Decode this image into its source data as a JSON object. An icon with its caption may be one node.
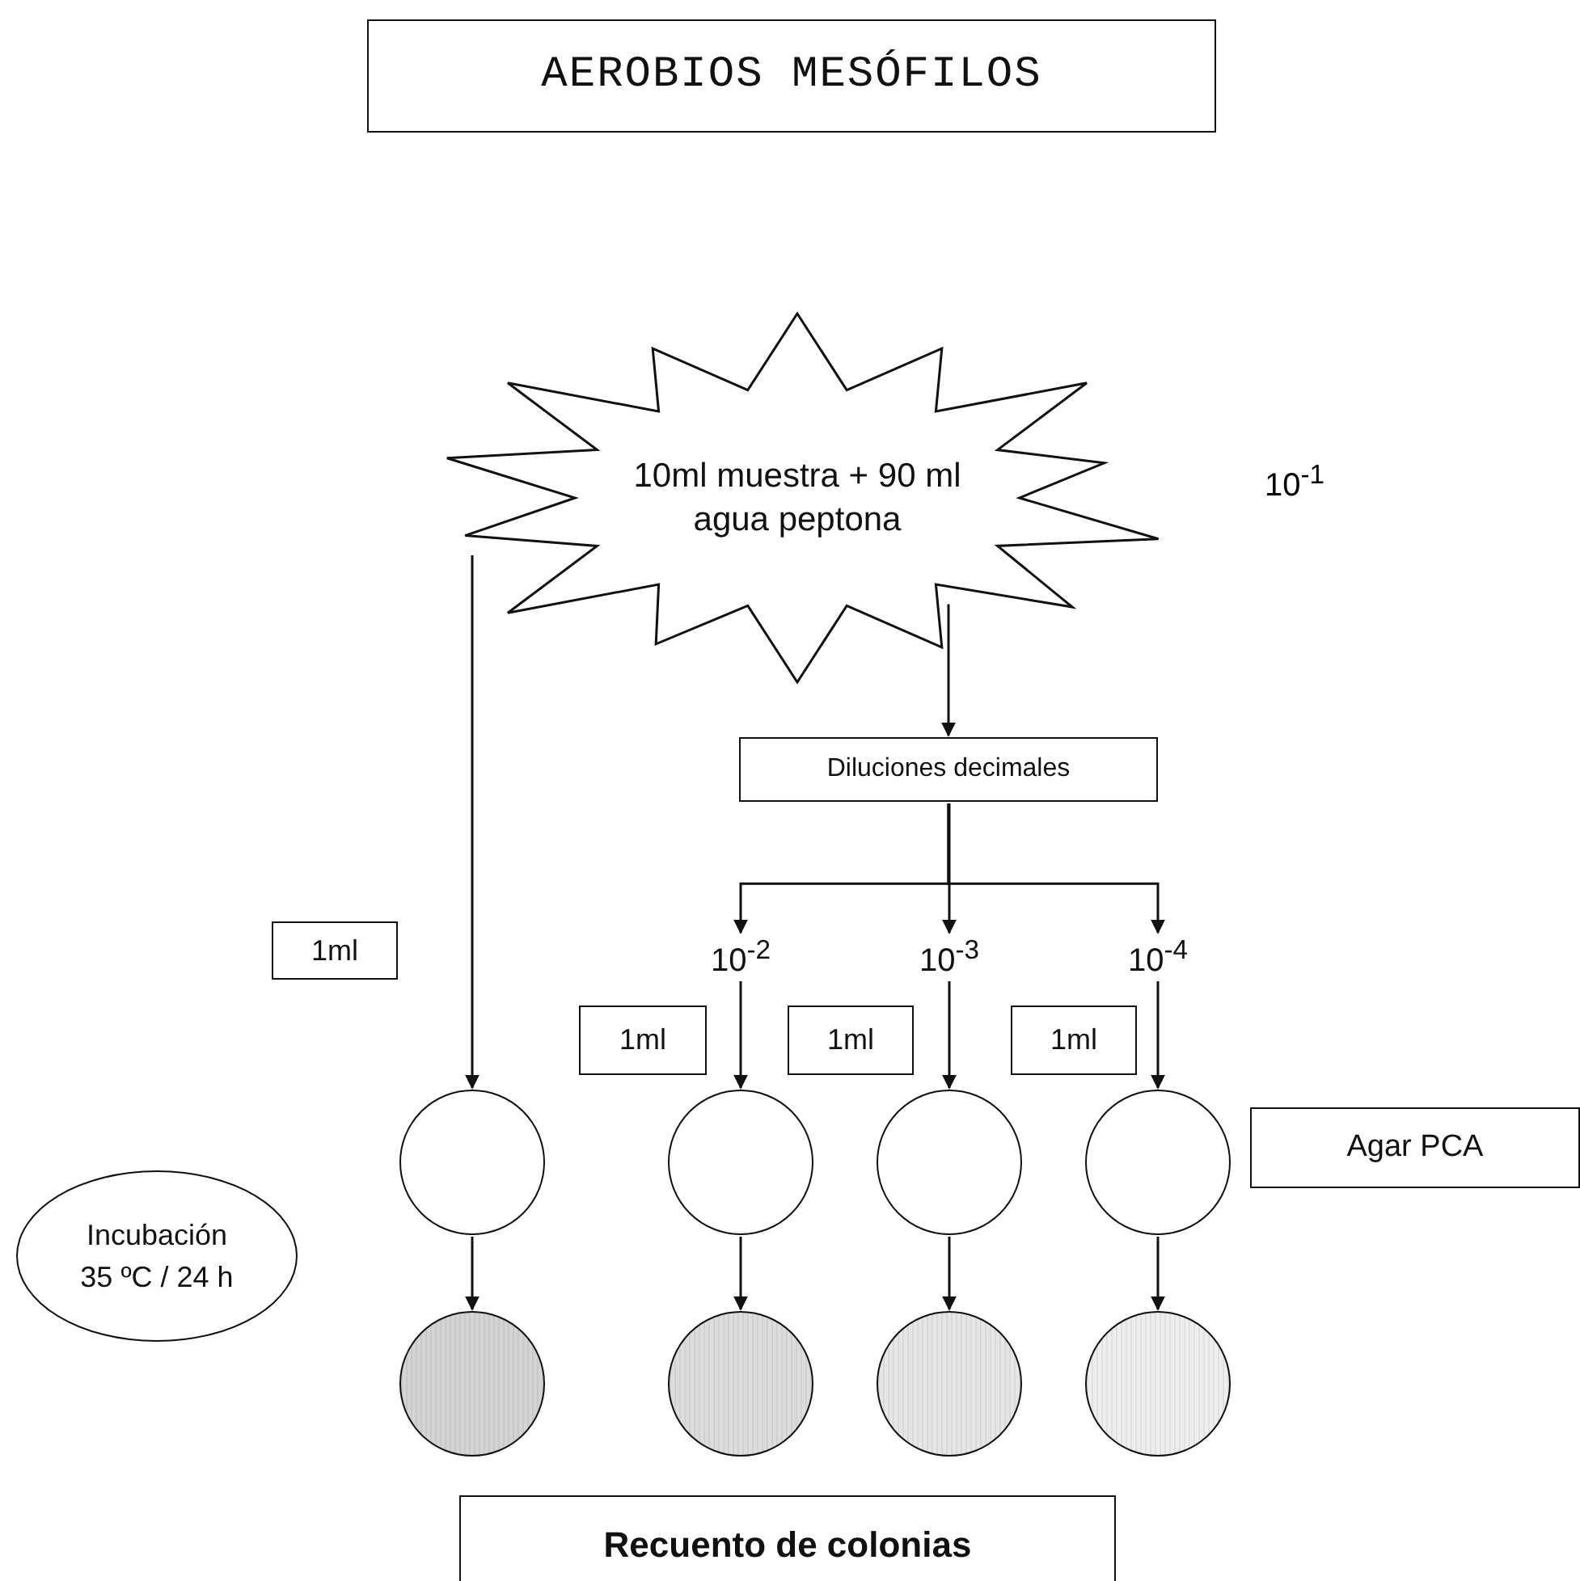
{
  "diagram": {
    "nodes": [
      {
        "text": [
          "AEROBIOS MESÓFILOS"
        ]
      },
      {
        "text": [
          "10ml muestra + 90 ml agua peptona"
        ],
        "beside": [
          "10$^{-1}$"
        ]
      },
      {
        "text": [
          "Diluciones decimales"
        ]
      },
      {
        "text": [
          "1ml"
        ]
      },
      {
        "text": [
          "10$^{-2}$"
        ]
      },
      {
        "text": [
          "10$^{-3}$"
        ]
      },
      {
        "text": [
          "10$^{-4}$"
        ]
      },
      {
        "text": [
          "1ml"
        ]
      },
      {
        "text": [
          "1ml"
        ]
      },
      {
        "text": [
          "1ml"
        ]
      },
      {
        "text": [],
        "shape": "circle"
      },
      {
        "text": [],
        "shape": "circle"
      },
      {
        "text": [],
        "shape": "circle"
      },
      {
        "text": [],
        "shape": "circle"
      },
      {
        "text": [
          "Agar PCA"
        ]
      },
      {
        "text": [
          "Incubación 35 ºC / 24 h"
        ]
      },
      {
        "text": [],
        "shape": "circle"
      },
      {
        "text": [],
        "shape": "circle"
      },
      {
        "text": [],
        "shape": "circle"
      },
      {
        "text": [],
        "shape": "circle"
      },
      {
        "text": [
          "Recuento de colonias"
        ]
      }
    ],
    "edges": [
      {
        "from": 1,
        "to": 10,
        "arrow": "to"
      },
      {
        "from": 1,
        "to": 2,
        "arrow": "to"
      },
      {
        "from": 2,
        "to": 4,
        "arrow": "to"
      },
      {
        "from": 2,
        "to": 5,
        "arrow": "to"
      },
      {
        "from": 2,
        "to": 6,
        "arrow": "to"
      },
      {
        "from": 4,
        "to": 11,
        "arrow": "to"
      },
      {
        "from": 5,
        "to": 12,
        "arrow": "to"
      },
      {
        "from": 6,
        "to": 13,
        "arrow": "to"
      },
      {
        "from": 10,
        "to": 16,
        "arrow": "to"
      },
      {
        "from": 11,
        "to": 17,
        "arrow": "to"
      },
      {
        "from": 12,
        "to": 18,
        "arrow": "to"
      },
      {
        "from": 13,
        "to": 19,
        "arrow": "to"
      }
    ]
  }
}
